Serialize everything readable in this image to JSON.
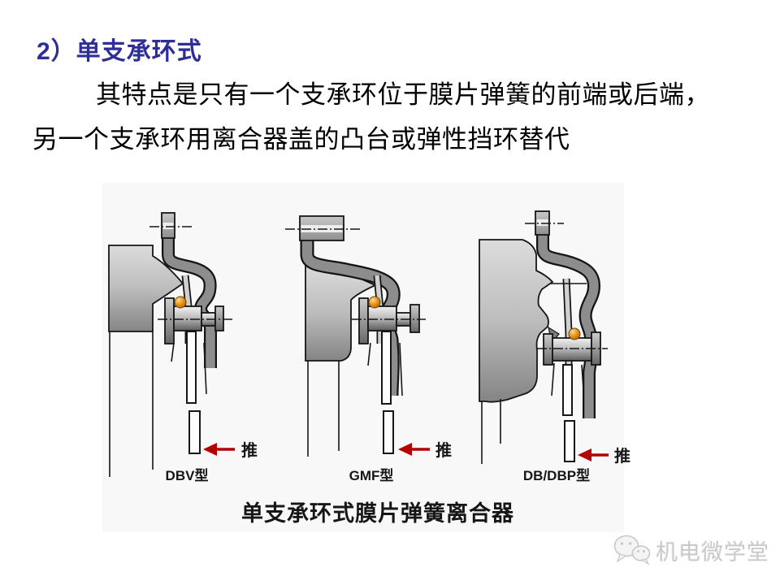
{
  "title": "2）单支承环式",
  "body": {
    "line1": "其特点是只有一个支承环位于膜片弹簧的前端或后端，",
    "line2": "另一个支承环用离合器盖的凸台或弹性挡环替代"
  },
  "figure": {
    "caption": "单支承环式膜片弹簧离合器",
    "push_label": "推",
    "variants": [
      {
        "label": "DBV型"
      },
      {
        "label": "GMF型"
      },
      {
        "label": "DB/DBP型"
      }
    ]
  },
  "watermark": {
    "name": "机电微学堂",
    "logo": "wechat-icon"
  },
  "colors": {
    "title_navy": "#2e2e96",
    "arrow_red": "#b40000",
    "support_ring_orange": "#e0860e",
    "panel_bg": "#f8f8f8"
  }
}
